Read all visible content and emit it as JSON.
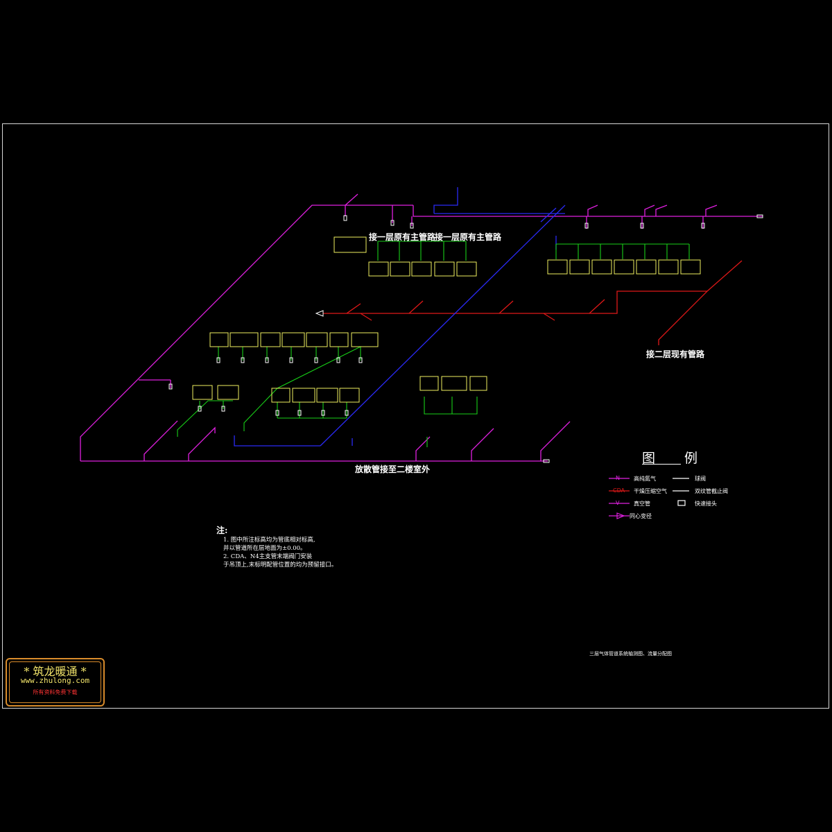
{
  "diagram": {
    "labels": {
      "connect_existing_1a": "接一层原有主管路",
      "connect_existing_1b": "接一层原有主管路",
      "connect_existing_2": "接二层现有管路",
      "vent_outdoor": "放散管接至二楼室外"
    }
  },
  "legend": {
    "title": "图   例",
    "items": [
      {
        "code": "N",
        "text": "高纯氮气"
      },
      {
        "code": "CDA",
        "text": "干燥压缩空气"
      },
      {
        "code": "V",
        "text": "真空管"
      },
      {
        "code": "",
        "text": "同心变径"
      },
      {
        "code": "",
        "text": "球阀"
      },
      {
        "code": "",
        "text": "双纹管截止阀"
      },
      {
        "code": "",
        "text": "快速接头"
      }
    ]
  },
  "notes": {
    "heading": "注:",
    "lines": [
      "1. 图中所注标高均为管底相对标高,",
      "并以管道所在层地面为±0.00。",
      "2. CDA、N4主支管末端阀门安装",
      "于吊顶上,末标明配管位置的均为预留接口。"
    ]
  },
  "title_block": {
    "drawing_title": "三层气体管道系统轴测图、流量分配图"
  },
  "logo": {
    "line1": "* 筑龙暖通 *",
    "line2": "www.zhulong.com",
    "line3": "所有资料免费下载"
  },
  "colors": {
    "nitrogen": "#e020e0",
    "cda_red": "#e01818",
    "vacuum_blue": "#2a2af5",
    "branch_green": "#18d018",
    "equipment_box": "#f0f060",
    "frame": "#d8d8d8",
    "logo_border": "#d98c2b"
  }
}
